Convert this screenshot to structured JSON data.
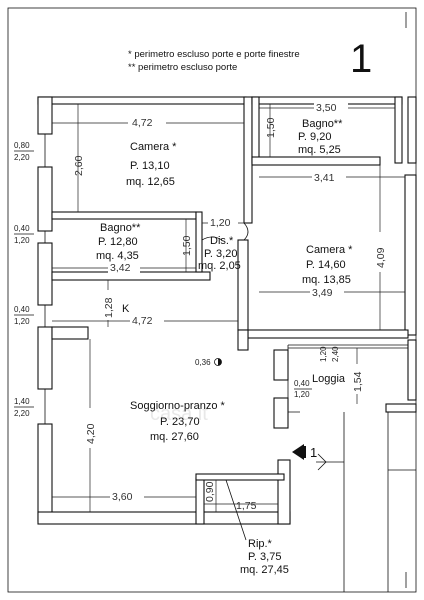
{
  "sheet_number": "1",
  "notes": [
    "* perimetro escluso porte e porte finestre",
    "** perimetro escluso porte"
  ],
  "rooms": {
    "camera1": {
      "name": "Camera *",
      "perimeter": "P. 13,10",
      "area": "mq. 12,65"
    },
    "bagno1": {
      "name": "Bagno**",
      "perimeter": "P. 9,20",
      "area": "mq. 5,25"
    },
    "bagno2": {
      "name": "Bagno**",
      "perimeter": "P. 12,80",
      "area": "mq. 4,35"
    },
    "dis": {
      "name": "Dis.*",
      "perimeter": "P. 3,20",
      "area": "mq. 2,05"
    },
    "camera2": {
      "name": "Camera *",
      "perimeter": "P. 14,60",
      "area": "mq. 13,85"
    },
    "k": {
      "name": "K"
    },
    "loggia": {
      "name": "Loggia"
    },
    "soggiorno": {
      "name": "Soggiorno-pranzo *",
      "perimeter": "P. 23,70",
      "area": "mq. 27,60"
    },
    "rip": {
      "name": "Rip.*",
      "perimeter": "P. 3,75",
      "area": "mq. 27,45"
    }
  },
  "dimensions": {
    "camera1_width": "4,72",
    "camera1_depth": "2,60",
    "bagno1_width": "3,50",
    "bagno1_depth": "1,50",
    "camera2_width_top": "3,41",
    "camera2_width_bottom": "3,49",
    "camera2_depth": "4,09",
    "dis_width": "1,20",
    "dis_depth": "1,50",
    "bagno2_width": "3,42",
    "k_depth": "1,28",
    "soggiorno_width_top": "4,72",
    "soggiorno_depth": "4,20",
    "soggiorno_width_bottom": "3,60",
    "rip_width": "1,75",
    "rip_depth": "0,90",
    "loggia_depth": "1,54",
    "loggia_w1": "1,20",
    "loggia_w2": "2,40",
    "window_1_sill": "0,80",
    "window_1_height": "2,20",
    "window_2_sill": "0,40",
    "window_2_height": "1,20",
    "window_3_sill": "0,40",
    "window_3_height": "1,20",
    "window_4_sill": "1,40",
    "window_4_height": "2,20",
    "loggia_window_sill": "0,40",
    "loggia_window_height": "1,20",
    "ceiling_mark": "0,36"
  },
  "entrance_label": "1",
  "watermark": "casa.it"
}
